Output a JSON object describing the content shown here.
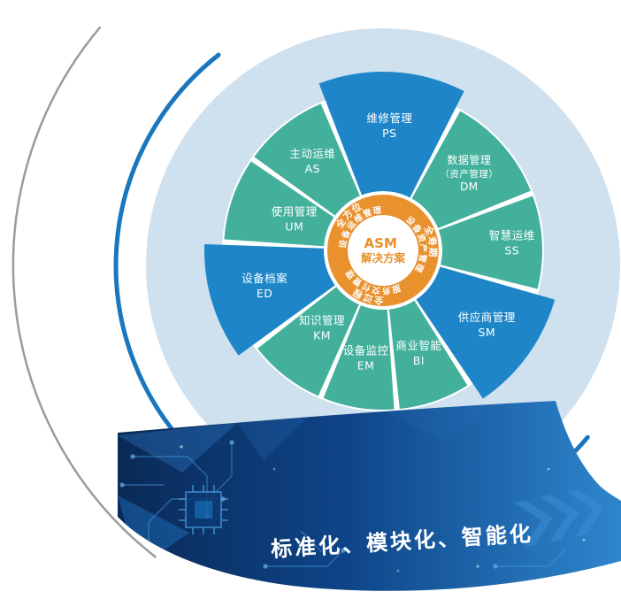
{
  "diagram": {
    "center": {
      "line1": "ASM",
      "line2": "解决方案"
    },
    "ring_labels": [
      {
        "outer": "全方位",
        "inner": "设备运维管理",
        "angle": 316
      },
      {
        "outer": "全寿期",
        "inner": "设备资产管理",
        "angle": 80
      },
      {
        "outer": "全过程",
        "inner": "服务交付管理",
        "angle": 198
      }
    ],
    "segments": [
      {
        "label": "维修管理",
        "abbr": "PS",
        "type": "blue",
        "start": -21,
        "end": 27,
        "label_r": 140
      },
      {
        "label": "数据管理",
        "label2": "（资产管理）",
        "abbr": "DM",
        "type": "teal",
        "start": 29,
        "end": 68,
        "label_r": 130
      },
      {
        "label": "智慧运维",
        "abbr": "SS",
        "type": "teal",
        "start": 70,
        "end": 104,
        "label_r": 146
      },
      {
        "label": "供应商管理",
        "abbr": "SM",
        "type": "blue",
        "start": 106,
        "end": 146,
        "label_r": 145
      },
      {
        "label": "商业智能",
        "abbr": "BI",
        "type": "teal",
        "start": 148,
        "end": 174,
        "label_r": 124
      },
      {
        "label": "设备监控",
        "abbr": "EM",
        "type": "teal",
        "start": 176,
        "end": 202,
        "label_r": 124
      },
      {
        "label": "知识管理",
        "abbr": "KM",
        "type": "teal",
        "start": 204,
        "end": 232,
        "label_r": 112
      },
      {
        "label": "设备档案",
        "abbr": "ED",
        "type": "blue",
        "start": 234,
        "end": 272,
        "label_r": 140
      },
      {
        "label": "使用管理",
        "abbr": "UM",
        "type": "teal",
        "start": 274,
        "end": 304,
        "label_r": 106
      },
      {
        "label": "主动运维",
        "abbr": "AS",
        "type": "teal",
        "start": 306,
        "end": 337,
        "label_r": 128
      }
    ],
    "colors": {
      "teal": "#43b09c",
      "blue": "#1e86c8",
      "orange": "#e8912d",
      "disc": "#cfe0ee",
      "arc_gray": "#9b9b9b",
      "arc_blue": "#1b77bd",
      "arc_orange": "#f0a139",
      "banner_dark": "#0a2a56",
      "banner_light": "#2e86cd"
    }
  },
  "banner": {
    "text": "标准化、模块化、智能化"
  }
}
